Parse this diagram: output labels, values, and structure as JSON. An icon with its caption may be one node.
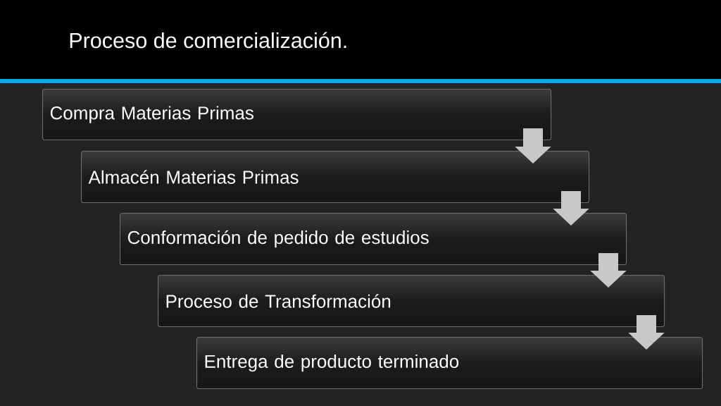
{
  "diagram": {
    "title": "Proceso de comercialización.",
    "nodes": [
      {
        "text": [
          "Compra Materias Primas"
        ]
      },
      {
        "text": [
          "Almacén Materias Primas"
        ]
      },
      {
        "text": [
          "Conformación de pedido de estudios"
        ]
      },
      {
        "text": [
          "Proceso de Transformación"
        ]
      },
      {
        "text": [
          "Entrega de producto terminado"
        ]
      }
    ],
    "edges": [
      {
        "from": 0,
        "to": 1,
        "arrow": "to"
      },
      {
        "from": 1,
        "to": 2,
        "arrow": "to"
      },
      {
        "from": 2,
        "to": 3,
        "arrow": "to"
      },
      {
        "from": 3,
        "to": 4,
        "arrow": "to"
      }
    ]
  }
}
